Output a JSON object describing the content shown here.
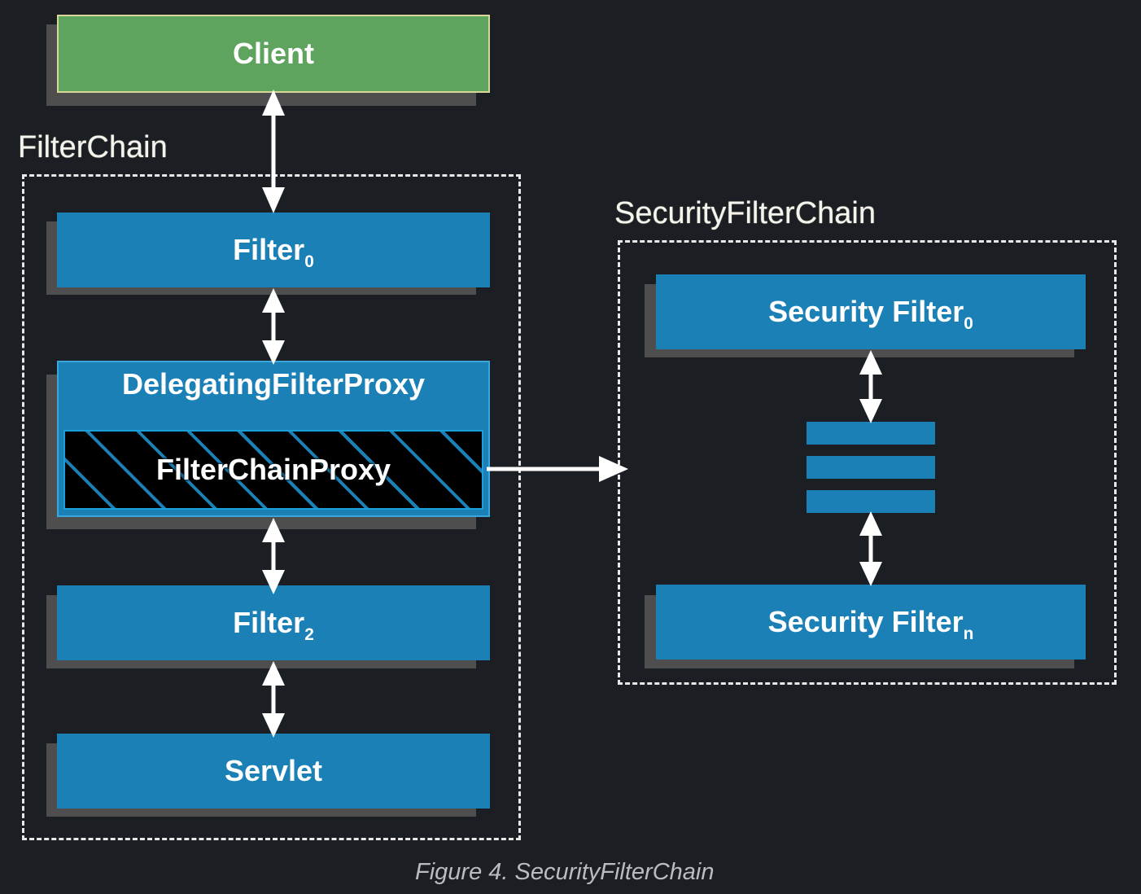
{
  "figure": {
    "caption": "Figure 4. SecurityFilterChain",
    "background_color": "#1b1e23",
    "accent_blue": "#1a80b6",
    "accent_green": "#5fa45e",
    "green_border": "#d8d79a",
    "shadow_color": "#4e4e4e",
    "dashed_border_color": "#e8e8e8",
    "text_color": "#ffffff",
    "caption_color": "#b9bcc0"
  },
  "client": {
    "label": "Client"
  },
  "filter_chain": {
    "group_label": "FilterChain",
    "nodes": [
      {
        "label": "Filter",
        "subscript": "0"
      },
      {
        "label": "DelegatingFilterProxy",
        "subscript": ""
      },
      {
        "label": "Filter",
        "subscript": "2"
      },
      {
        "label": "Servlet",
        "subscript": ""
      }
    ],
    "inner": {
      "label": "FilterChainProxy"
    }
  },
  "security_filter_chain": {
    "group_label": "SecurityFilterChain",
    "nodes": [
      {
        "label": "Security Filter",
        "subscript": "0"
      },
      {
        "label": "Security Filter",
        "subscript": "n"
      }
    ],
    "ellipsis_bars": 3
  },
  "connectors": [
    {
      "name": "client-to-filter0",
      "direction": "bidirectional",
      "orientation": "vertical"
    },
    {
      "name": "filter0-to-delegatingfilterproxy",
      "direction": "bidirectional",
      "orientation": "vertical"
    },
    {
      "name": "delegatingfilterproxy-to-filter2",
      "direction": "bidirectional",
      "orientation": "vertical"
    },
    {
      "name": "filter2-to-servlet",
      "direction": "bidirectional",
      "orientation": "vertical"
    },
    {
      "name": "filterchainproxy-to-securityfilterchain",
      "direction": "unidirectional",
      "orientation": "horizontal"
    },
    {
      "name": "securityfilter0-to-bars",
      "direction": "bidirectional",
      "orientation": "vertical"
    },
    {
      "name": "bars-to-securityfiltern",
      "direction": "bidirectional",
      "orientation": "vertical"
    }
  ]
}
